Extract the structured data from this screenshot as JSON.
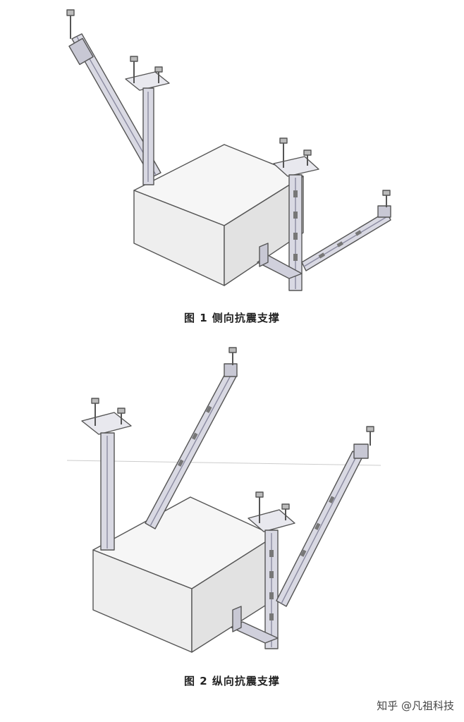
{
  "figures": [
    {
      "caption": "图 1  侧向抗震支撑"
    },
    {
      "caption": "图 2  纵向抗震支撑"
    }
  ],
  "watermark": "知乎 @凡祖科技",
  "colors": {
    "line": "#555555",
    "metal": "#d9d9e3",
    "metal_dark": "#8a8aa0",
    "box_top": "#f6f6f6",
    "box_front": "#eeeeee",
    "box_side": "#e2e2e2"
  }
}
